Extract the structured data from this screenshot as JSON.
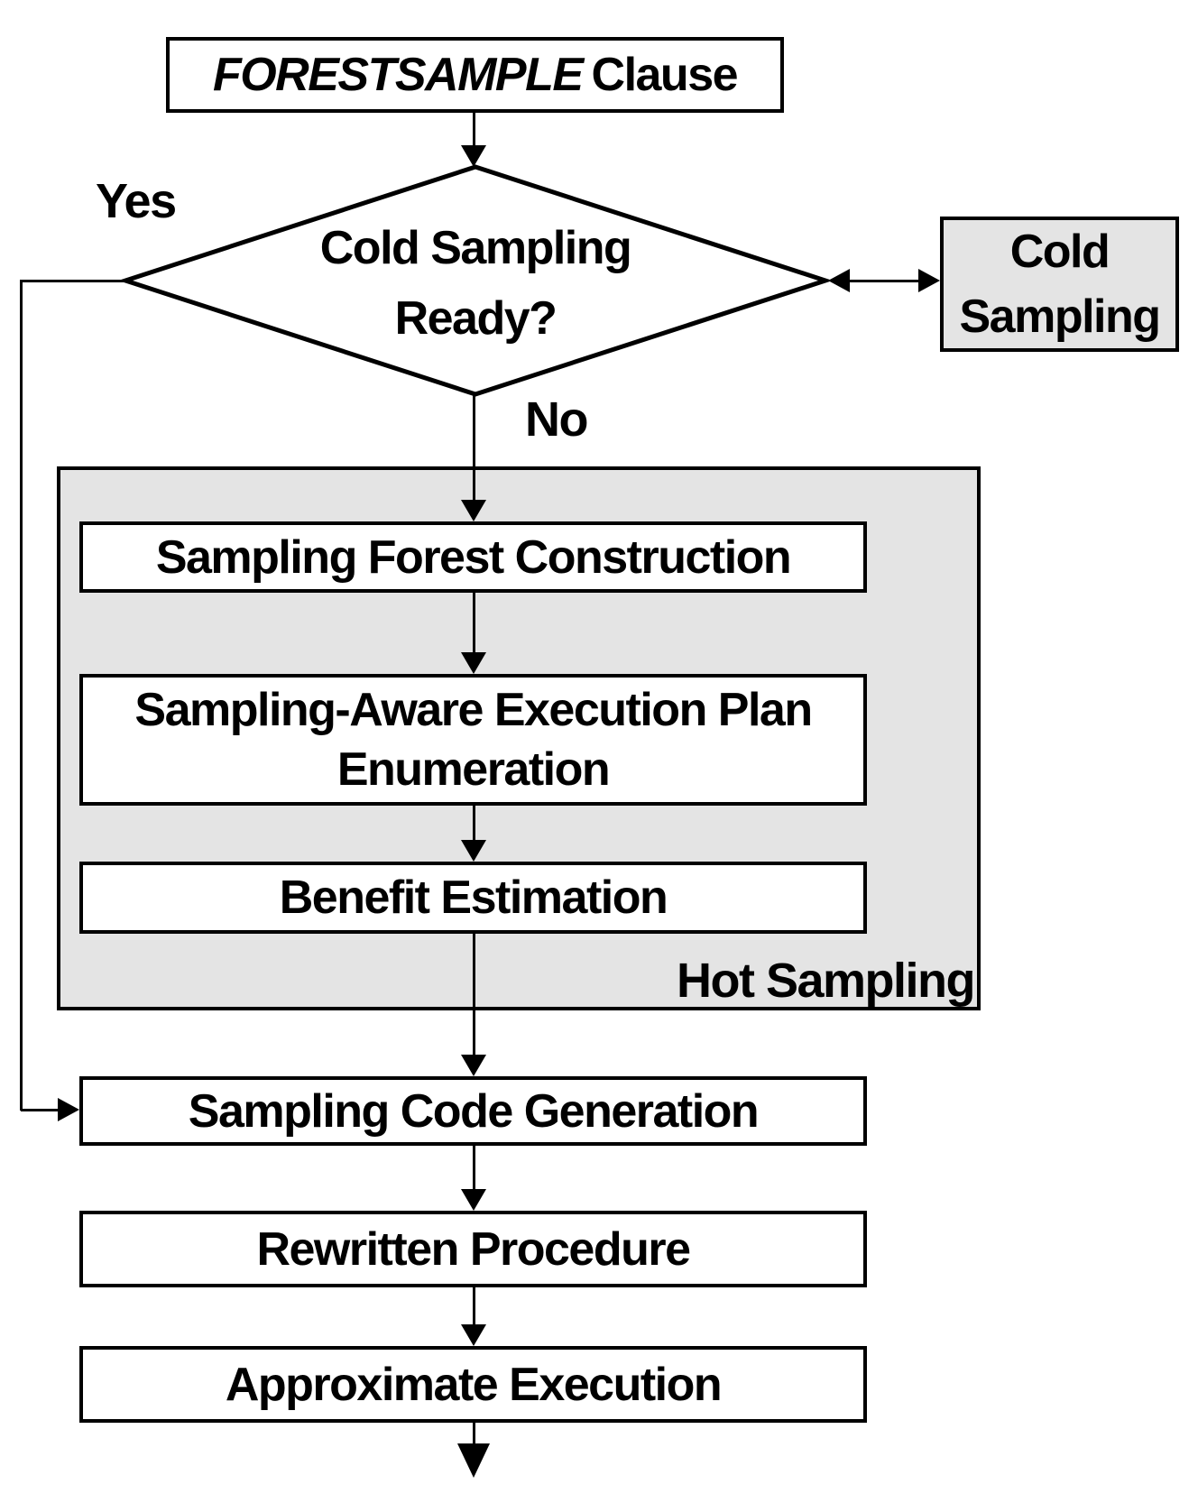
{
  "flowchart": {
    "start": {
      "keyword": "FORESTSAMPLE",
      "rest": "Clause"
    },
    "decision": {
      "line1": "Cold Sampling",
      "line2": "Ready?"
    },
    "branch_labels": {
      "yes": "Yes",
      "no": "No"
    },
    "cold_sampling": {
      "line1": "Cold",
      "line2": "Sampling"
    },
    "hot_sampling": {
      "label": "Hot Sampling",
      "steps": [
        "Sampling Forest Construction",
        "Sampling-Aware Execution Plan Enumeration",
        "Benefit Estimation"
      ]
    },
    "steps": {
      "code_generation": "Sampling Code Generation",
      "rewritten_procedure": "Rewritten Procedure",
      "approximate_execution": "Approximate Execution"
    },
    "colors": {
      "shaded_fill": "#e4e4e4",
      "node_fill": "#ffffff",
      "line": "#000000",
      "background": "#ffffff"
    }
  }
}
